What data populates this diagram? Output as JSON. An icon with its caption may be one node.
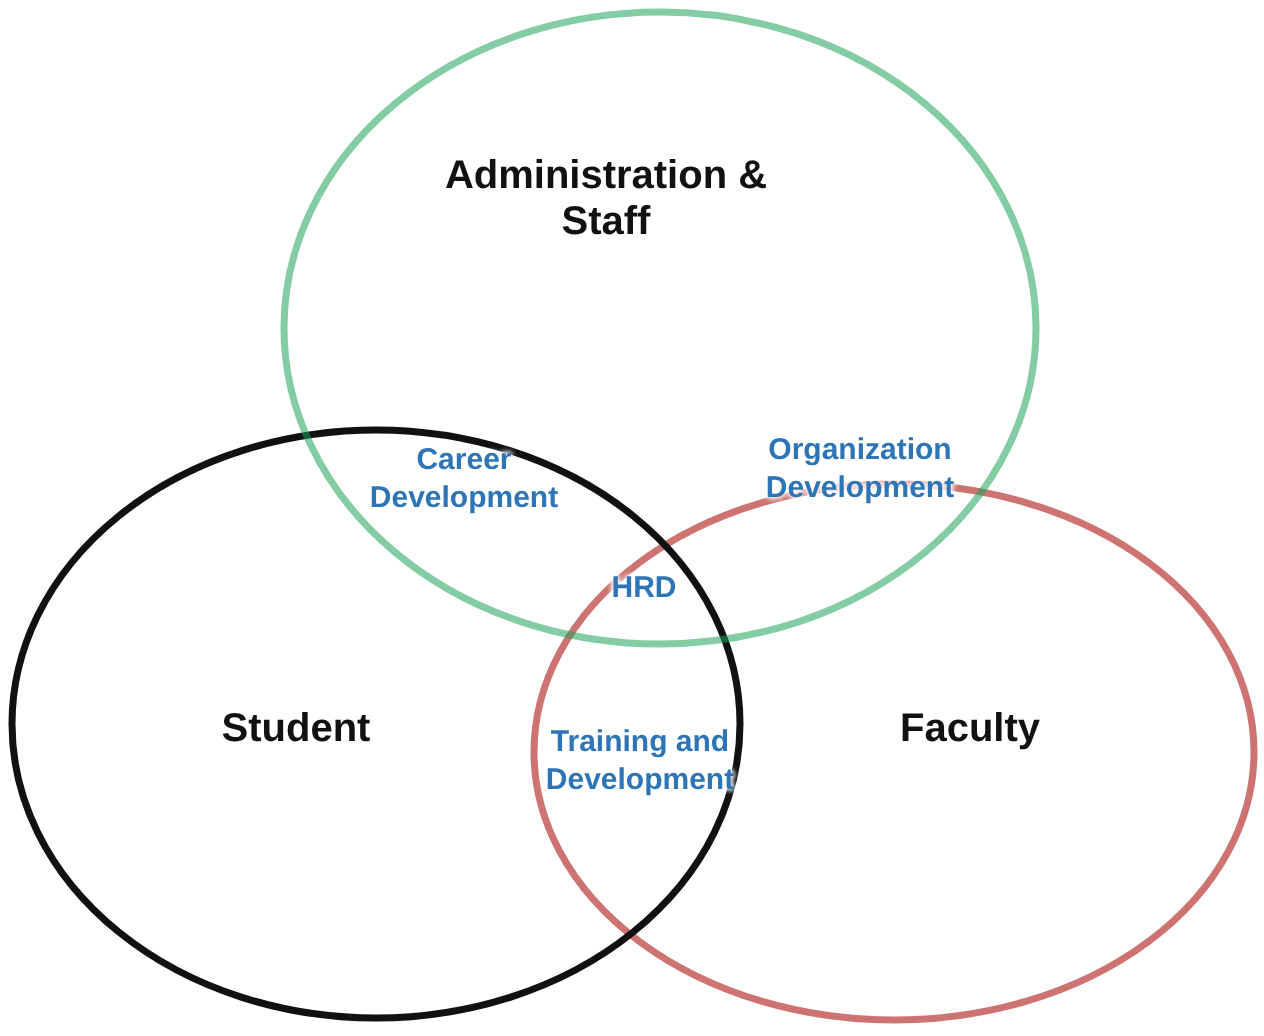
{
  "diagram": {
    "nodes": [
      {
        "text": [
          "Administration & Staff"
        ]
      },
      {
        "text": [
          "Student"
        ]
      },
      {
        "text": [
          "Faculty"
        ]
      }
    ],
    "labels": [
      "Career Development",
      "Organization Development",
      "HRD",
      "Training and Development"
    ]
  }
}
